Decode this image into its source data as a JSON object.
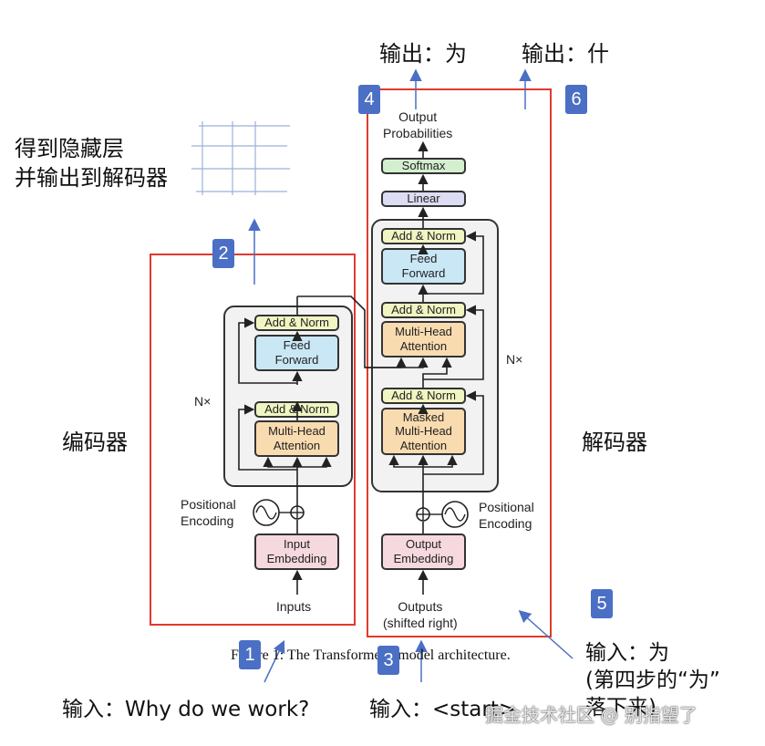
{
  "annotations": {
    "hidden_state_line1": "得到隐藏层",
    "hidden_state_line2": "并输出到解码器",
    "encoder_label": "编码器",
    "decoder_label": "解码器",
    "output_1": "输出：为",
    "output_2": "输出：什",
    "input_encoder": "输入：Why do we work?",
    "input_decoder": "输入：<start>",
    "input_step4_line1": "输入：为",
    "input_step4_line2": "(第四步的“为”",
    "input_step4_line3": "落下来)"
  },
  "badges": [
    "1",
    "2",
    "3",
    "4",
    "5",
    "6"
  ],
  "encoder": {
    "add_norm_top": "Add & Norm",
    "feed_forward": "Feed\nForward",
    "add_norm_bottom": "Add & Norm",
    "multi_head": "Multi-Head\nAttention",
    "nx": "N×",
    "positional_encoding": "Positional\nEncoding",
    "input_embedding": "Input\nEmbedding",
    "inputs": "Inputs"
  },
  "decoder": {
    "output_probabilities": "Output\nProbabilities",
    "softmax": "Softmax",
    "linear": "Linear",
    "add_norm_top": "Add & Norm",
    "feed_forward": "Feed\nForward",
    "add_norm_mid": "Add & Norm",
    "multi_head": "Multi-Head\nAttention",
    "add_norm_bottom": "Add & Norm",
    "masked_multi_head": "Masked\nMulti-Head\nAttention",
    "nx": "N×",
    "positional_encoding": "Positional\nEncoding",
    "output_embedding": "Output\nEmbedding",
    "outputs": "Outputs\n(shifted right)"
  },
  "caption": "Figure 1: The Transformer - model architecture.",
  "watermark": "掘金技术社区 @ 别指望了",
  "colors": {
    "red_box": "#e03a2e",
    "badge": "#4a6fc4",
    "arrow_blue": "#4a6fc4"
  }
}
